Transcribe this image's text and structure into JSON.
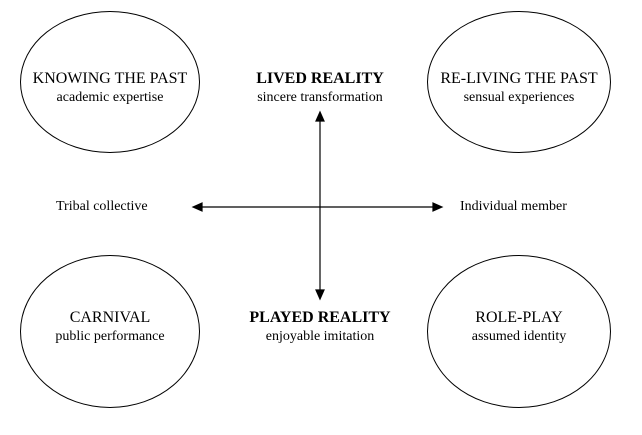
{
  "quadrants": {
    "top_left": {
      "title": "KNOWING THE PAST",
      "subtitle": "academic expertise"
    },
    "top_right": {
      "title": "RE-LIVING THE PAST",
      "subtitle": "sensual experiences"
    },
    "bottom_left": {
      "title": "CARNIVAL",
      "subtitle": "public performance"
    },
    "bottom_right": {
      "title": "ROLE-PLAY",
      "subtitle": "assumed identity"
    }
  },
  "vertical_axis": {
    "top": {
      "title": "LIVED REALITY",
      "subtitle": "sincere transformation"
    },
    "bottom": {
      "title": "PLAYED REALITY",
      "subtitle": "enjoyable imitation"
    }
  },
  "horizontal_axis": {
    "left": "Tribal collective",
    "right": "Individual member"
  }
}
